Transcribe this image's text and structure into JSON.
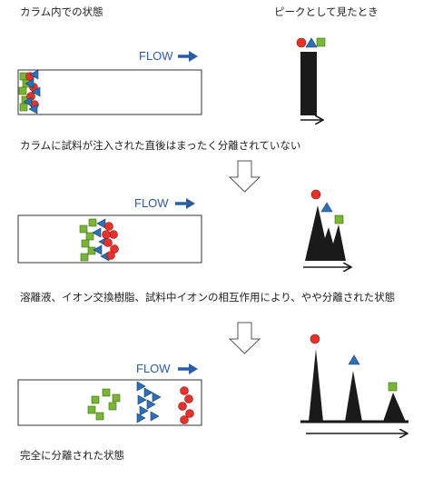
{
  "labels": {
    "column_state": "カラム内での状態",
    "peak_view": "ピークとして見たとき",
    "flow": "FLOW"
  },
  "stages": [
    {
      "caption": "カラムに試料が注入された直後はまったく分離されていない"
    },
    {
      "caption": "溶離液、イオン交換樹脂、試料中イオンの相互作用により、やや分離された状態"
    },
    {
      "caption": "完全に分離された状態"
    }
  ],
  "colors": {
    "red_circle": "#e8312b",
    "blue_triangle": "#2e6fb5",
    "green_square": "#7ab636",
    "flow_arrow": "#2d5ca6",
    "peak": "#1a1a1a",
    "outline": "#333333"
  },
  "icons": [
    "red-circle-icon",
    "blue-triangle-icon",
    "green-square-icon",
    "down-arrow-icon",
    "flow-arrow-icon"
  ]
}
